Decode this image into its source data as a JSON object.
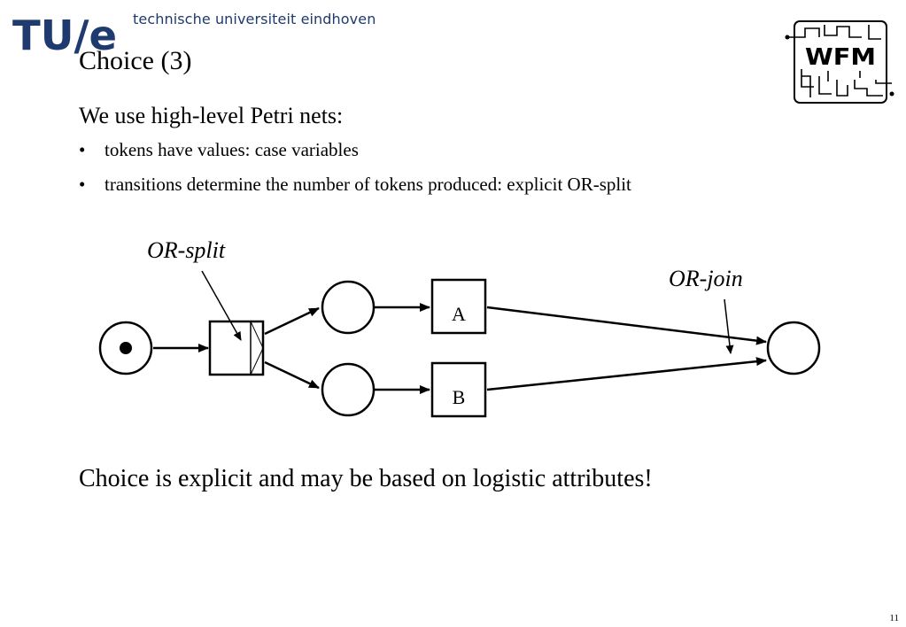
{
  "header": {
    "logo_text": "TU/e",
    "university_name": "technische universiteit eindhoven",
    "wfm_logo_text": "WFM"
  },
  "slide": {
    "title": "Choice (3)",
    "intro": "We use high-level Petri nets:",
    "bullets": [
      "tokens have values: case variables",
      "transitions determine the number of tokens produced: explicit OR-split"
    ],
    "bullet_symbol": "•",
    "conclusion": "Choice is explicit and may be based on logistic attributes!",
    "page_number": "11"
  },
  "diagram": {
    "annotations": {
      "or_split": "OR-split",
      "or_join": "OR-join"
    },
    "transitions": {
      "a": "A",
      "b": "B"
    }
  },
  "colors": {
    "tue_blue": "#1f3a6e",
    "slash_light_blue": "#7d9cc8"
  }
}
